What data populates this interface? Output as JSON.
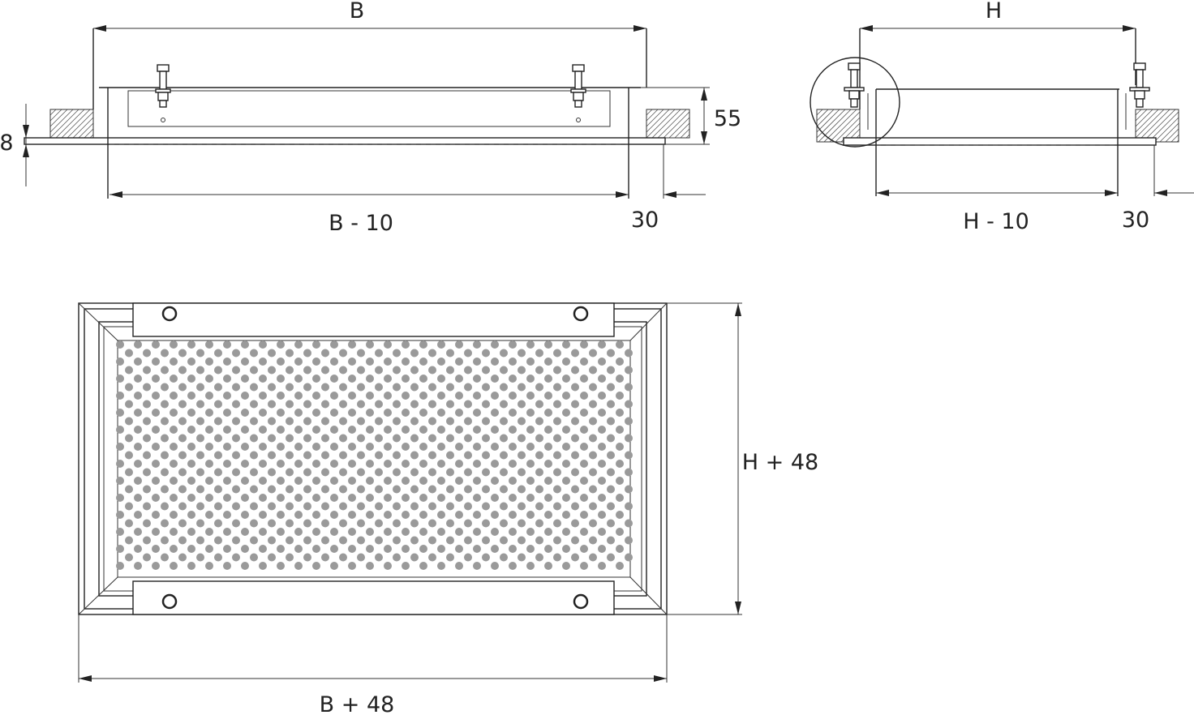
{
  "section_width": {
    "overall_label": "B",
    "inner_label": "B - 10",
    "flange_label": "30",
    "depth_label": "55",
    "thickness_label": "8"
  },
  "section_height": {
    "overall_label": "H",
    "inner_label": "H - 10",
    "flange_label": "30"
  },
  "front_view": {
    "height_label": "H + 48",
    "width_label": "B + 48"
  },
  "colors": {
    "line": "#222222",
    "perforation": "#9a9a9a"
  }
}
